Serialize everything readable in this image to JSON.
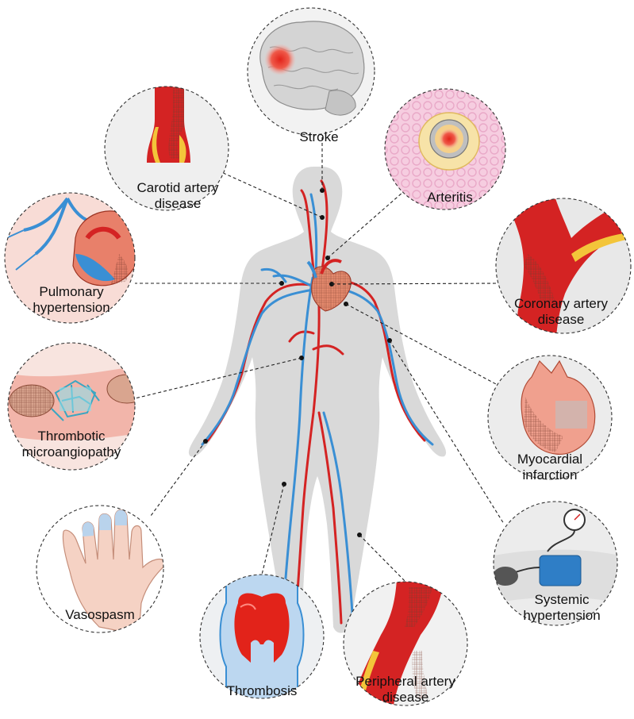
{
  "labels": {
    "stroke": [
      "Stroke"
    ],
    "carotid": [
      "Carotid artery",
      "disease"
    ],
    "arteritis": [
      "Arteritis"
    ],
    "pulmonary": [
      "Pulmonary",
      "hypertension"
    ],
    "coronary": [
      "Coronary artery",
      "disease"
    ],
    "thrombotic": [
      "Thrombotic",
      "microangiopathy"
    ],
    "myocardial": [
      "Myocardial",
      "infarction"
    ],
    "vasospasm": [
      "Vasospasm"
    ],
    "thrombosis": [
      "Thrombosis"
    ],
    "peripheral": [
      "Peripheral artery",
      "disease"
    ],
    "systemic": [
      "Systemic",
      "hypertension"
    ]
  },
  "colors": {
    "artery": "#d42323",
    "vein": "#3a8fd4",
    "body": "#d9d9d9",
    "circle_border": "#333333",
    "plaque": "#f3c53a",
    "tissue_pink": "#f6c7c0"
  }
}
